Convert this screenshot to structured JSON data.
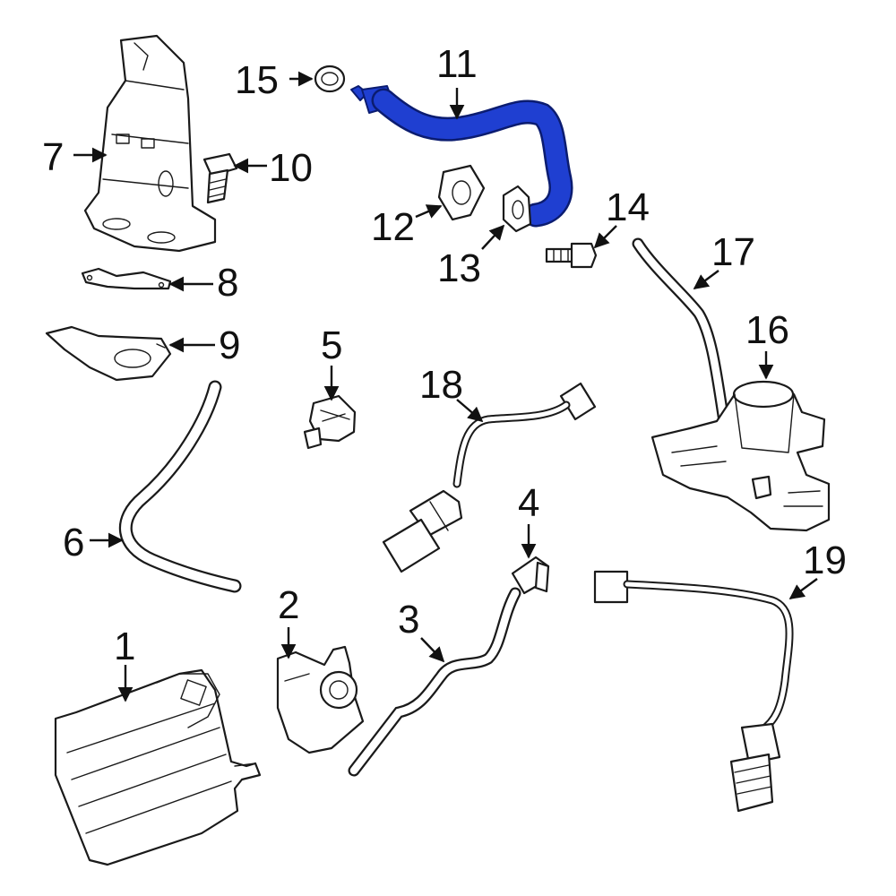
{
  "colors": {
    "highlight": "#1f3fd1",
    "line": "#1a1a1a",
    "background": "#ffffff"
  },
  "highlighted_part": "11",
  "callouts": {
    "c1": "1",
    "c2": "2",
    "c3": "3",
    "c4": "4",
    "c5": "5",
    "c6": "6",
    "c7": "7",
    "c8": "8",
    "c9": "9",
    "c10": "10",
    "c11": "11",
    "c12": "12",
    "c13": "13",
    "c14": "14",
    "c15": "15",
    "c16": "16",
    "c17": "17",
    "c18": "18",
    "c19": "19"
  }
}
